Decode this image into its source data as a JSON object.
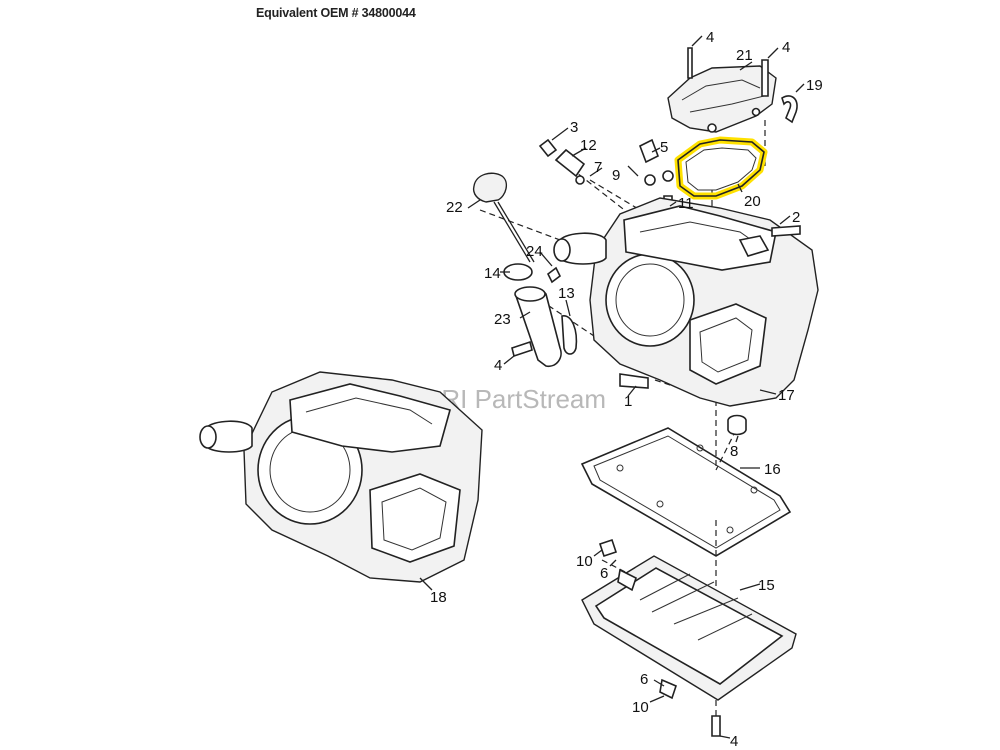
{
  "header": {
    "title": "Equivalent OEM # 34800044"
  },
  "watermark": "ARI PartStream",
  "highlight_color": "#ffe100",
  "callouts": [
    {
      "id": "c4a",
      "text": "4"
    },
    {
      "id": "c21",
      "text": "21"
    },
    {
      "id": "c4b",
      "text": "4"
    },
    {
      "id": "c19",
      "text": "19"
    },
    {
      "id": "c3",
      "text": "3"
    },
    {
      "id": "c12",
      "text": "12"
    },
    {
      "id": "c5",
      "text": "5"
    },
    {
      "id": "c7",
      "text": "7"
    },
    {
      "id": "c9",
      "text": "9"
    },
    {
      "id": "c11",
      "text": "11"
    },
    {
      "id": "c20",
      "text": "20"
    },
    {
      "id": "c22",
      "text": "22"
    },
    {
      "id": "c2",
      "text": "2"
    },
    {
      "id": "c24",
      "text": "24"
    },
    {
      "id": "c14",
      "text": "14"
    },
    {
      "id": "c13",
      "text": "13"
    },
    {
      "id": "c23",
      "text": "23"
    },
    {
      "id": "c4c",
      "text": "4"
    },
    {
      "id": "c1",
      "text": "1"
    },
    {
      "id": "c17",
      "text": "17"
    },
    {
      "id": "c8",
      "text": "8"
    },
    {
      "id": "c16",
      "text": "16"
    },
    {
      "id": "c18",
      "text": "18"
    },
    {
      "id": "c10a",
      "text": "10"
    },
    {
      "id": "c6a",
      "text": "6"
    },
    {
      "id": "c15",
      "text": "15"
    },
    {
      "id": "c6b",
      "text": "6"
    },
    {
      "id": "c10b",
      "text": "10"
    },
    {
      "id": "c4d",
      "text": "4"
    }
  ]
}
